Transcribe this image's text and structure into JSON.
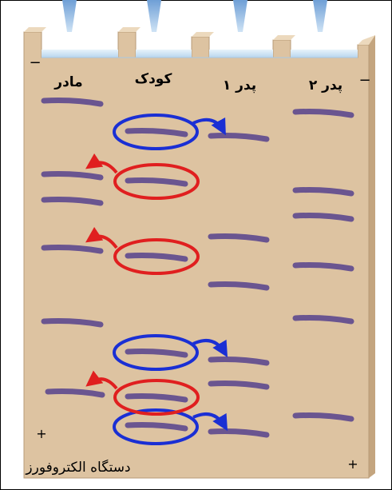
{
  "lanes": [
    {
      "label": "مادر"
    },
    {
      "label": "کودک"
    },
    {
      "label": "پدر ۱"
    },
    {
      "label": "پدر ۲"
    }
  ],
  "polarity": {
    "negative": "−",
    "positive": "+"
  },
  "caption": "دستگاه الکتروفورز",
  "colors": {
    "gel": "#ddc3a1",
    "gel_edge": "#b89b78",
    "band": "#6a5590",
    "blue_match": "#1a2fd4",
    "red_match": "#e01f1f",
    "comb_pipette": "#9ec3e6"
  }
}
